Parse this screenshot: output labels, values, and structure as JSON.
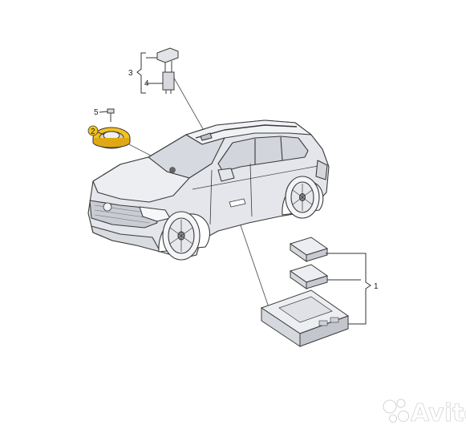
{
  "callouts": {
    "one": "1",
    "two": "2",
    "three": "3",
    "four": "4",
    "five": "5"
  },
  "watermark": {
    "text": "Avito"
  },
  "colors": {
    "line": "#333333",
    "part_fill": "#eeeff2",
    "highlight": "#f3c21c",
    "body": "#e3e5ea"
  }
}
